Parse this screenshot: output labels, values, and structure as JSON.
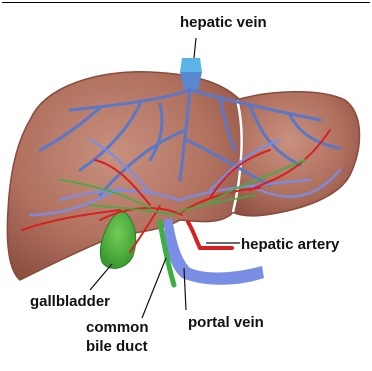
{
  "labels": {
    "hepatic_vein": "hepatic vein",
    "hepatic_artery": "hepatic artery",
    "gallbladder": "gallbladder",
    "portal_vein": "portal vein",
    "common_bile_duct_line1": "common",
    "common_bile_duct_line2": "bile duct"
  },
  "colors": {
    "liver": "#b0705e",
    "liver_edge": "#8a4a3c",
    "hepatic_vein": "#5a78c8",
    "hepatic_vein_top": "#5ab4e6",
    "portal_vein": "#7a8ee6",
    "hepatic_artery": "#d82020",
    "bile_duct": "#3ab040",
    "gallbladder": "#4caf3c"
  }
}
